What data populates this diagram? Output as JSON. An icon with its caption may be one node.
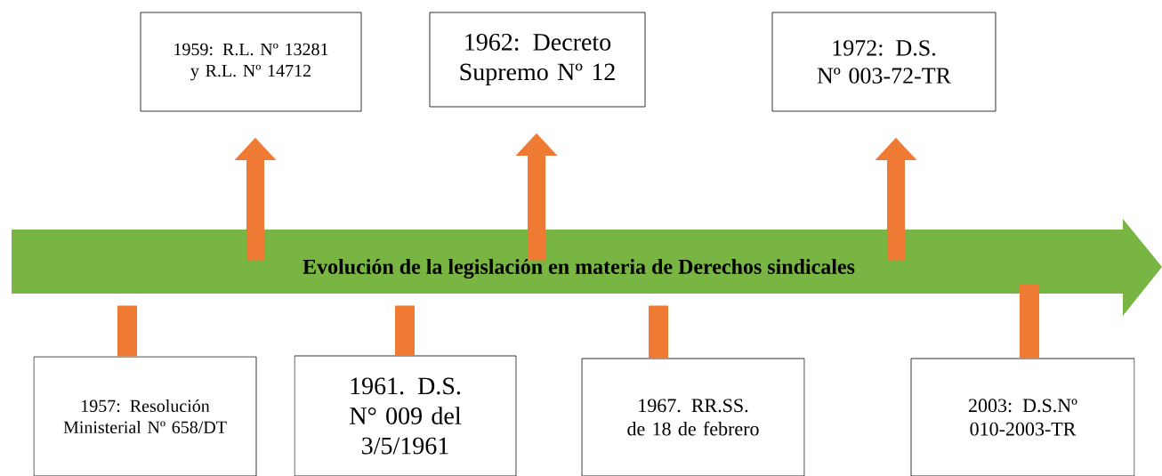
{
  "diagram": {
    "nodes": [
      {
        "text": [
          "1959: R.L. Nº 13281 y R.L. Nº 14712"
        ]
      },
      {
        "text": [
          "1962: Decreto Supremo Nº 12"
        ]
      },
      {
        "text": [
          "1972: D.S. Nº 003-72-TR"
        ]
      },
      {
        "text": [
          "Evolución de la legislación en materia de Derechos sindicales"
        ]
      },
      {
        "text": [
          "1957: Resolución Ministerial Nº 658/DT"
        ]
      },
      {
        "text": [
          "1961. D.S. N° 009 del 3/5/1961"
        ]
      },
      {
        "text": [
          "1967. RR.SS. de 18 de febrero"
        ]
      },
      {
        "text": [
          "2003: D.S.Nº 010-2003-TR"
        ]
      }
    ],
    "edges": [
      {
        "from": 3,
        "to": 0,
        "arrow": "to"
      },
      {
        "from": 3,
        "to": 1,
        "arrow": "to"
      },
      {
        "from": 3,
        "to": 2,
        "arrow": "to"
      },
      {
        "from": 3,
        "to": 4,
        "arrow": "none"
      },
      {
        "from": 3,
        "to": 5,
        "arrow": "none"
      },
      {
        "from": 3,
        "to": 6,
        "arrow": "none"
      },
      {
        "from": 3,
        "to": 7,
        "arrow": "none"
      }
    ]
  }
}
